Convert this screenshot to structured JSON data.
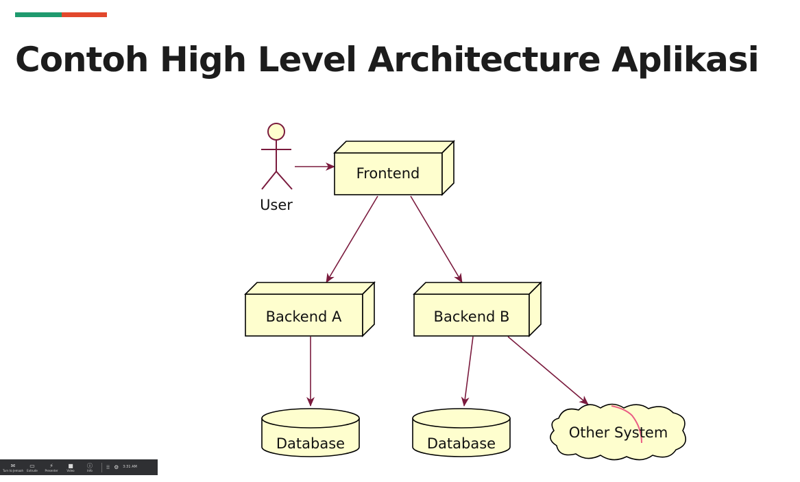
{
  "slide": {
    "title": "Contoh High Level Architecture Aplikasi",
    "accent_colors": [
      "#1f9a6e",
      "#e2482c"
    ]
  },
  "diagram": {
    "actor": {
      "label": "User",
      "icon": "stick-figure-icon"
    },
    "nodes": {
      "frontend": "Frontend",
      "backend_a": "Backend A",
      "backend_b": "Backend B"
    },
    "databases": {
      "db_a": "Database",
      "db_b": "Database"
    },
    "cloud": {
      "label": "Other System"
    },
    "colors": {
      "fill": "#fefece",
      "stroke": "#000000",
      "arrow": "#7a1a3d"
    }
  },
  "toolbar": {
    "items": [
      {
        "icon": "chat-icon",
        "label": "Turn to Jemaah"
      },
      {
        "icon": "screen-icon",
        "label": "Extrude"
      },
      {
        "icon": "lightning-icon",
        "label": "Presenter"
      },
      {
        "icon": "video-icon",
        "label": "Video"
      },
      {
        "icon": "info-icon",
        "label": "Info"
      }
    ],
    "time": "3:31 AM"
  }
}
